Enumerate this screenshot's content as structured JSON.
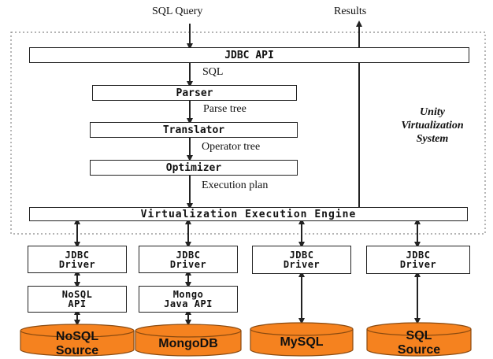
{
  "inputs": {
    "query": "SQL Query",
    "results": "Results"
  },
  "system_label": [
    "Unity",
    "Virtualization",
    "System"
  ],
  "components": {
    "jdbc_api": "JDBC API",
    "parser": "Parser",
    "translator": "Translator",
    "optimizer": "Optimizer",
    "engine": "Virtualization Execution Engine"
  },
  "flow_labels": {
    "sql": "SQL",
    "parse_tree": "Parse tree",
    "operator_tree": "Operator tree",
    "execution_plan": "Execution plan"
  },
  "drivers": [
    {
      "line1": "JDBC",
      "line2": "Driver"
    },
    {
      "line1": "JDBC",
      "line2": "Driver"
    },
    {
      "line1": "JDBC",
      "line2": "Driver"
    },
    {
      "line1": "JDBC",
      "line2": "Driver"
    }
  ],
  "apis": [
    {
      "line1": "NoSQL",
      "line2": "API"
    },
    {
      "line1": "Mongo",
      "line2": "Java API"
    }
  ],
  "sources": [
    {
      "line1": "NoSQL",
      "line2": "Source"
    },
    {
      "line1": "MongoDB",
      "line2": ""
    },
    {
      "line1": "MySQL",
      "line2": ""
    },
    {
      "line1": "SQL",
      "line2": "Source"
    }
  ],
  "colors": {
    "source_fill": "#F5821F",
    "source_stroke": "#8a4a10",
    "line": "#222222"
  }
}
